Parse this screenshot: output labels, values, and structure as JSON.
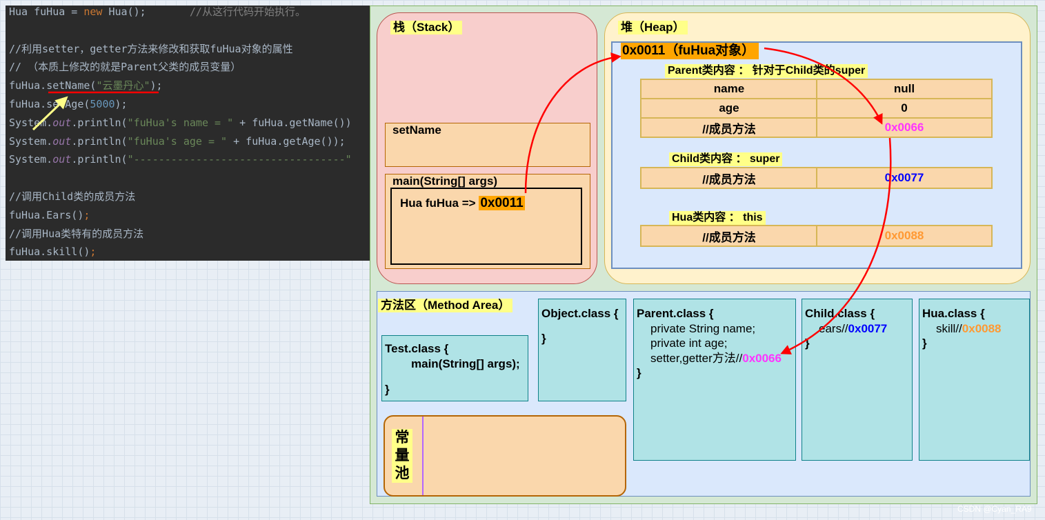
{
  "code": {
    "l1_a": "Hua fuHua = ",
    "l1_new": "new",
    "l1_b": " Hua();",
    "l1_c": "       //从这行代码开始执行。",
    "l3": "//利用setter，getter方法来修改和获取fuHua对象的属性",
    "l4": "// （本质上修改的就是Parent父类的成员变量）",
    "l5_a": "fuHua.",
    "l5_b": "setName(",
    "l5_str": "\"云墨丹心\"",
    "l5_c": ");",
    "l6_a": "fuHua.setAge(",
    "l6_num": "5000",
    "l6_c": ");",
    "sys": "System.",
    "out": "out",
    "l7_a": ".println(",
    "l7_str": "\"fuHua's name = \"",
    "l7_b": " + fuHua.getName())",
    "l8_str": "\"fuHua's age = \"",
    "l8_b": " + fuHua.getAge());",
    "l9_str": "\"----------------------------------\"",
    "l11": "//调用Child类的成员方法",
    "l12_a": "fuHua.Ears()",
    "l12_c": ";",
    "l13": "//调用Hua类特有的成员方法",
    "l14_a": "fuHua.skill()",
    "l14_c": ";"
  },
  "stack": {
    "label": "栈（Stack）",
    "set_name_frame": "setName",
    "main_frame": "main(String[] args)",
    "var_text": "Hua fuHua  =>",
    "var_addr": "0x0011"
  },
  "heap": {
    "label": "堆（Heap）",
    "object_title": "0x0011（fuHua对象）",
    "parent_title": "Parent类内容   ：  针对于Child类的super",
    "parent_rows": [
      {
        "name": "name",
        "value": "null"
      },
      {
        "name": "age",
        "value": "0"
      },
      {
        "name": "//成员方法",
        "value": "0x0066"
      }
    ],
    "child_title": "Child类内容  ：  super",
    "child_row": {
      "name": "//成员方法",
      "value": "0x0077"
    },
    "hua_title": "Hua类内容  ：  this",
    "hua_row": {
      "name": "//成员方法",
      "value": "0x0088"
    }
  },
  "method_area": {
    "label": "方法区（Method Area）",
    "test_class": {
      "line1": "Test.class {",
      "line2": "main(String[] args);",
      "line3": "}"
    },
    "object_class": {
      "line1": "Object.class {",
      "line2": "}"
    },
    "parent_class": {
      "line1": "Parent.class {",
      "line2": "private String name;",
      "line3": "private int age;",
      "line4_a": "setter,getter方法//",
      "line4_b": "0x0066",
      "line5": "}"
    },
    "child_class": {
      "line1": "Child.class {",
      "line2_a": "ears//",
      "line2_b": "0x0077",
      "line3": "}"
    },
    "hua_class": {
      "line1": "Hua.class {",
      "line2_a": "skill//",
      "line2_b": "0x0088",
      "line3": "}"
    },
    "constant_pool": [
      "常",
      "量",
      "池"
    ]
  },
  "watermark": "CSDN @Cyan_RA9",
  "colors": {
    "arrow_red": "#ff0000",
    "arrow_yellow": "#ffff88",
    "addr_magenta": "#ff33ff",
    "addr_blue": "#0000ff",
    "addr_orange": "#ff9933"
  }
}
